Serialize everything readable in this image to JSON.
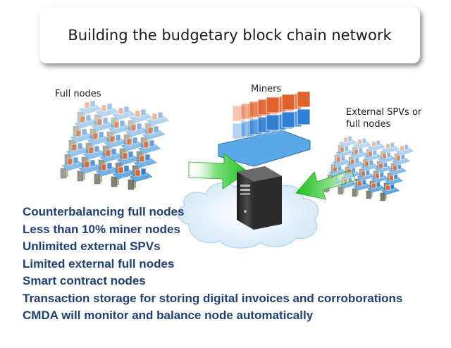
{
  "slide": {
    "title": "Building the budgetary block chain network",
    "labels": {
      "full_nodes": "Full nodes",
      "miners": "Miners",
      "external": "External SPVs or full nodes"
    },
    "bullets": [
      "Counterbalancing full nodes",
      "Less than 10% miner nodes",
      "Unlimited external SPVs",
      "Limited external full nodes",
      "Smart contract nodes",
      "Transaction storage for storing digital invoices and corroborations",
      "CMDA will monitor and balance node automatically"
    ]
  },
  "colors": {
    "bullet_text": "#1f3f7a",
    "arrow_green": "#22c322",
    "cloud": "#d8ecfb",
    "server": "#3a3a3a",
    "card_orange": "#e0612a",
    "card_blue": "#2f7fd4",
    "tray_blue": "#5aa8e8"
  },
  "icons": [
    "server-icon",
    "cloud-icon",
    "green-arrow-icon",
    "node-cluster-icon"
  ]
}
